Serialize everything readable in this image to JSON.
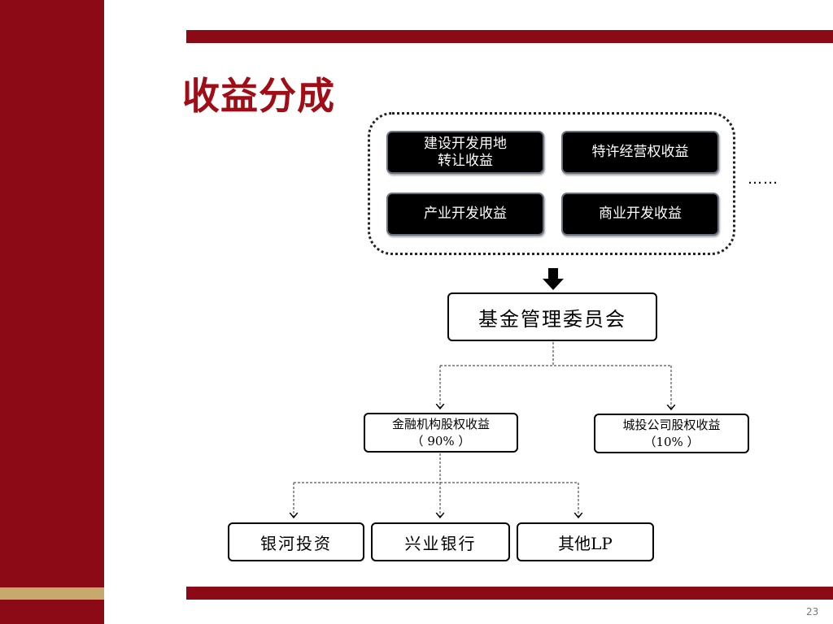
{
  "slide": {
    "title": "收益分成",
    "page_number": "23"
  },
  "revenue_sources": [
    {
      "label": "建设开发用地\n转让收益"
    },
    {
      "label": "特许经营权收益"
    },
    {
      "label": "产业开发收益"
    },
    {
      "label": "商业开发收益"
    }
  ],
  "more_indicator": "……",
  "committee": {
    "label": "基金管理委员会"
  },
  "shares": [
    {
      "name": "金融机构股权收益",
      "percent": "（ 90% ）"
    },
    {
      "name": "城投公司股权收益",
      "percent": "（10% ）"
    }
  ],
  "partners": [
    {
      "label": "银河投资"
    },
    {
      "label": "兴业银行"
    },
    {
      "label": "其他LP"
    }
  ],
  "colors": {
    "brand_red": "#8b0a15",
    "title_red": "#a00d17",
    "gold_accent": "#c7a96b",
    "source_box_fill": "#000000",
    "source_box_border": "#6a7382"
  }
}
